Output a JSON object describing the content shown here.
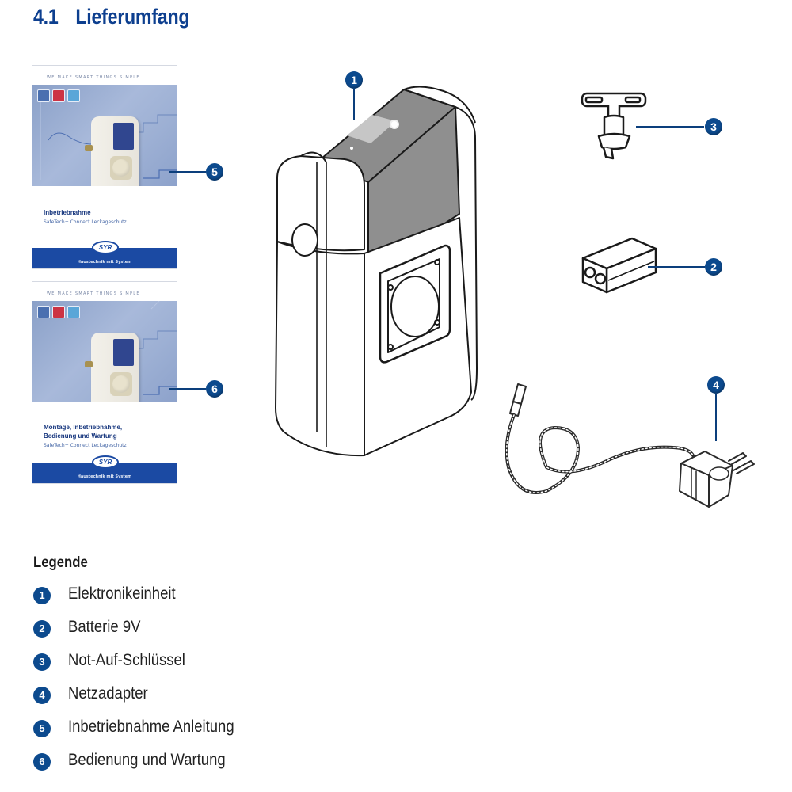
{
  "section": {
    "number": "4.1",
    "title": "Lieferumfang"
  },
  "manuals": [
    {
      "callout": "5",
      "slogan": "WE MAKE SMART THINGS SIMPLE",
      "heading_lines": [
        "Inbetriebnahme"
      ],
      "subtitle": "SafeTech+ Connect Leckageschutz",
      "logo": "SYR",
      "tagline": "Haustechnik mit System"
    },
    {
      "callout": "6",
      "slogan": "WE MAKE SMART THINGS SIMPLE",
      "heading_lines": [
        "Montage, Inbetriebnahme,",
        "Bedienung und Wartung"
      ],
      "subtitle": "SafeTech+ Connect Leckageschutz",
      "logo": "SYR",
      "tagline": "Haustechnik mit System"
    }
  ],
  "callouts": {
    "electronics_unit": "1",
    "battery": "2",
    "key": "3",
    "adapter": "4"
  },
  "legend": {
    "title": "Legende",
    "items": [
      {
        "number": "1",
        "label": "Elektronikeinheit"
      },
      {
        "number": "2",
        "label": "Batterie 9V"
      },
      {
        "number": "3",
        "label": "Not-Auf-Schlüssel"
      },
      {
        "number": "4",
        "label": "Netzadapter"
      },
      {
        "number": "5",
        "label": "Inbetriebnahme Anleitung"
      },
      {
        "number": "6",
        "label": "Bedienung und Wartung"
      }
    ]
  },
  "colors": {
    "title_blue": "#0d3f8f",
    "badge_blue": "#0c4a8e",
    "manual_footer_blue": "#1b4aa3"
  }
}
